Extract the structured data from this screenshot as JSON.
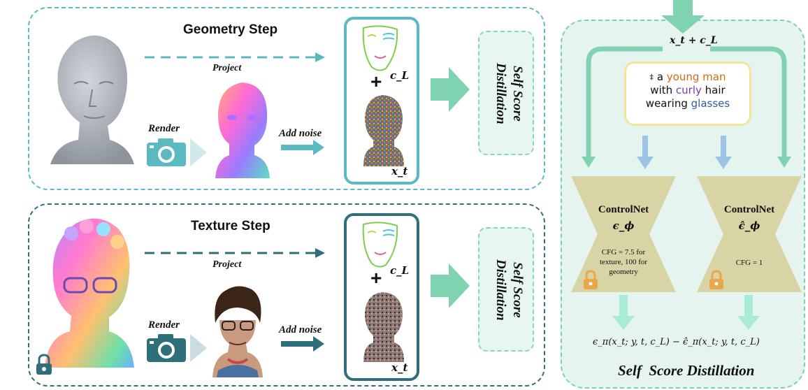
{
  "geometry_step": {
    "title": "Geometry Step",
    "project_label": "Project",
    "render_label": "Render",
    "add_noise_label": "Add noise",
    "cond_symbol": "c_L",
    "plus": "+",
    "noise_symbol": "x_t",
    "distill_label": "Self Score Distillation"
  },
  "texture_step": {
    "title": "Texture Step",
    "project_label": "Project",
    "render_label": "Render",
    "add_noise_label": "Add noise",
    "cond_symbol": "c_L",
    "plus": "+",
    "noise_symbol": "x_t",
    "distill_label": "Self Score Distillation"
  },
  "ssd_panel": {
    "input_label": "x_t + c_L",
    "prompt": {
      "marker": "‡",
      "a": "a",
      "young_man": "young man",
      "with": "with",
      "curly": "curly",
      "hair": "hair",
      "wearing": "wearing",
      "glasses": "glasses"
    },
    "left_net": {
      "title": "ControlNet",
      "symbol": "ϵ_ϕ",
      "cfg": "CFG = 7.5 for texture, 100 for geometry"
    },
    "right_net": {
      "title": "ControlNet",
      "symbol": "ϵ̂_ϕ",
      "cfg": "CFG = 1"
    },
    "formula": "ϵ_π(x_t; y, t, c_L) − ϵ̂_π(x_t; y, t, c_L)",
    "title": "Self  Score Distillation"
  },
  "colors": {
    "geometry_accent": "#5ab9c1",
    "texture_accent": "#2f6f7a",
    "ssd_bg": "#e6f4ef",
    "ssd_border": "#7fcfb2",
    "big_arrow": "#7fd3b0",
    "controlnet": "#d9d4a6",
    "prompt_border": "#f2e59a",
    "young_man": "#d06a12",
    "curly": "#7a3ea3",
    "glasses": "#2f5ba6"
  },
  "icons": [
    "render-camera-icon",
    "lock-icon",
    "head-mesh-icon",
    "normal-map-icon",
    "landmark-face-icon",
    "noisy-image-icon",
    "portrait-icon"
  ]
}
